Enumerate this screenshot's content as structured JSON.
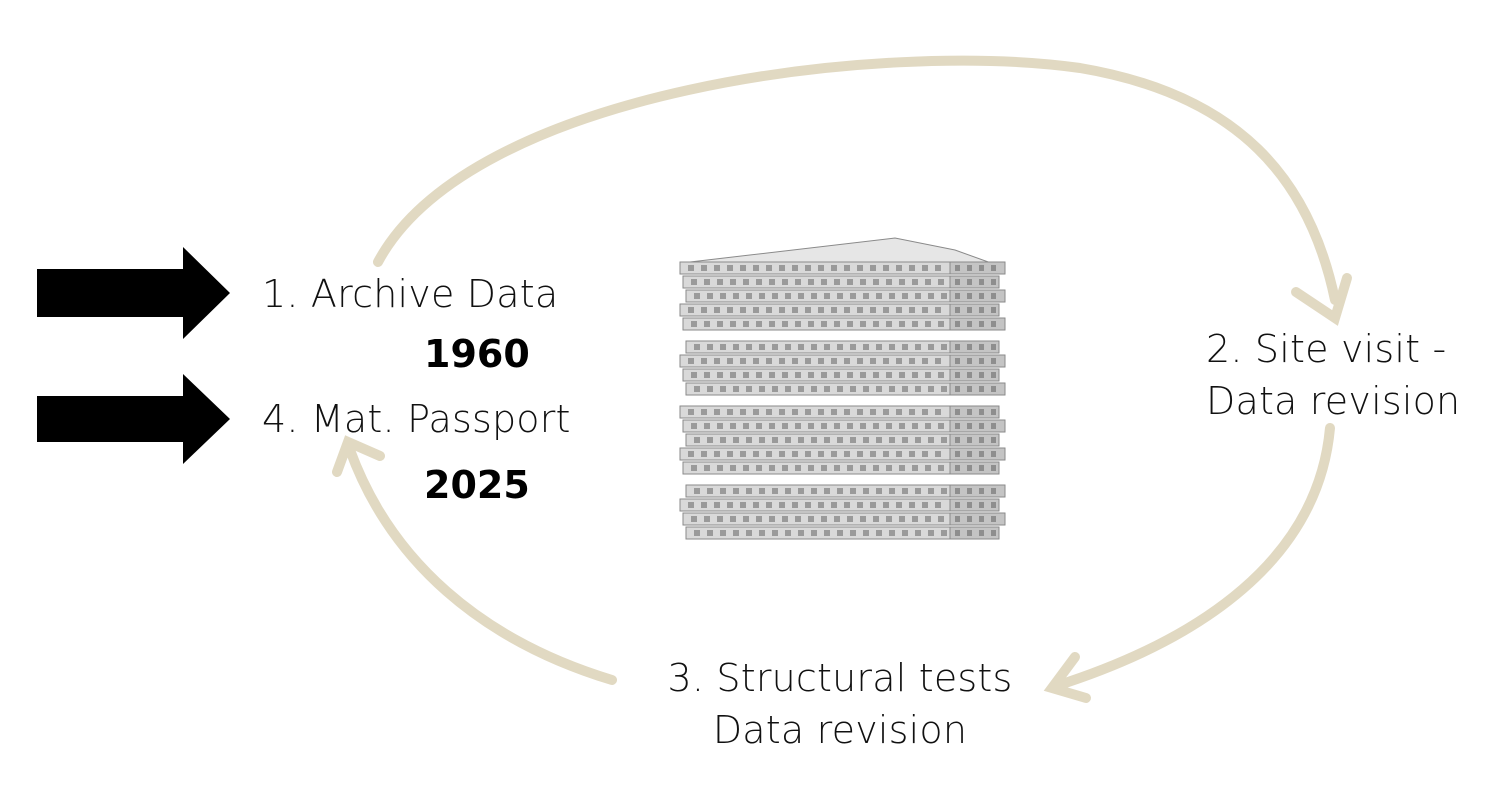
{
  "colors": {
    "cycle_arrow": "#e1d9c2",
    "input_arrow": "#000000",
    "slab": "#d9d9d9",
    "slab_shadow": "#8a8a8a",
    "background": "#ffffff"
  },
  "icons": {
    "input_arrow": "right-arrow-icon",
    "center_image": "concrete-slab-stack"
  },
  "steps": [
    {
      "label": "1. Archive Data"
    },
    {
      "line1": "2. Site visit -",
      "line2": "Data revision"
    },
    {
      "line1": "3. Structural tests",
      "line2": "Data revision"
    },
    {
      "label": "4. Mat. Passport"
    }
  ],
  "years": {
    "start": "1960",
    "end": "2025"
  }
}
